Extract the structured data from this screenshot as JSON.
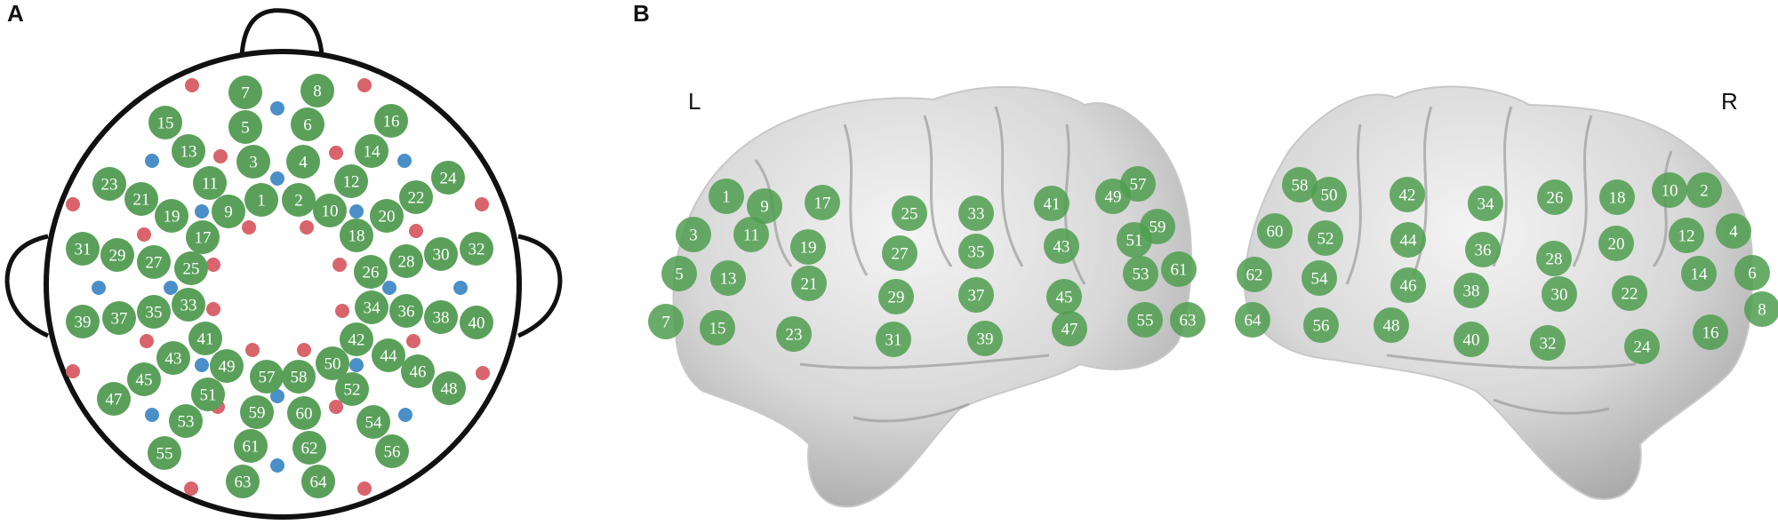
{
  "panels": [
    {
      "label": "A"
    },
    {
      "label": "B"
    }
  ],
  "hemisphere_labels": {
    "left": "L",
    "right": "R"
  },
  "colors": {
    "channel_green": "#5aa05a",
    "channel_green_translucent": "#4f9d4f",
    "ref_red": "#d9646b",
    "ref_blue": "#4a8fc8",
    "head_outline": "#111111",
    "brain_gray": "#dcdcdc"
  },
  "head_layout": {
    "channels": [
      "1",
      "2",
      "3",
      "4",
      "5",
      "6",
      "7",
      "8",
      "9",
      "10",
      "11",
      "12",
      "13",
      "14",
      "15",
      "16",
      "17",
      "18",
      "19",
      "20",
      "21",
      "22",
      "23",
      "24",
      "25",
      "26",
      "27",
      "28",
      "29",
      "30",
      "31",
      "32",
      "33",
      "34",
      "35",
      "36",
      "37",
      "38",
      "39",
      "40",
      "41",
      "42",
      "43",
      "44",
      "45",
      "46",
      "47",
      "48",
      "49",
      "50",
      "51",
      "52",
      "53",
      "54",
      "55",
      "56",
      "57",
      "58",
      "59",
      "60",
      "61",
      "62",
      "63",
      "64"
    ],
    "red_markers": 24,
    "blue_markers": 16
  },
  "left_brain_channels": [
    "1",
    "9",
    "17",
    "3",
    "11",
    "19",
    "25",
    "5",
    "13",
    "21",
    "27",
    "7",
    "15",
    "23",
    "29",
    "31",
    "33",
    "35",
    "37",
    "39",
    "41",
    "43",
    "45",
    "47",
    "49",
    "57",
    "51",
    "59",
    "53",
    "61",
    "55",
    "63"
  ],
  "right_brain_channels": [
    "58",
    "50",
    "60",
    "52",
    "62",
    "54",
    "64",
    "56",
    "42",
    "44",
    "46",
    "48",
    "34",
    "36",
    "38",
    "40",
    "26",
    "28",
    "30",
    "32",
    "18",
    "20",
    "22",
    "24",
    "10",
    "2",
    "12",
    "4",
    "14",
    "6",
    "16",
    "8"
  ]
}
